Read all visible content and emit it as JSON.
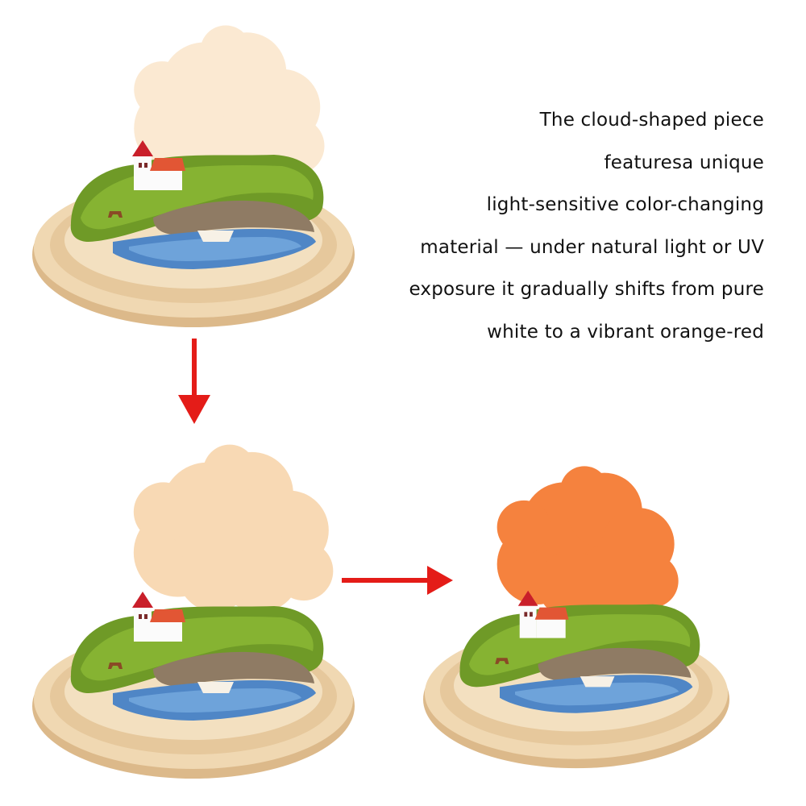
{
  "description": {
    "lines": [
      "The cloud-shaped piece",
      "featuresa unique",
      "light-sensitive color-changing",
      "material — under natural light or UV",
      "exposure it gradually shifts from pure",
      "white to a vibrant orange-red"
    ]
  },
  "stages": [
    {
      "state": "white",
      "cloud_color": "#fbe9d2"
    },
    {
      "state": "light-orange",
      "cloud_color": "#f8d9b4"
    },
    {
      "state": "orange-red",
      "cloud_color": "#f5823e"
    }
  ],
  "arrows": [
    {
      "direction": "down",
      "color": "#e41c18"
    },
    {
      "direction": "right",
      "color": "#e41c18"
    }
  ]
}
